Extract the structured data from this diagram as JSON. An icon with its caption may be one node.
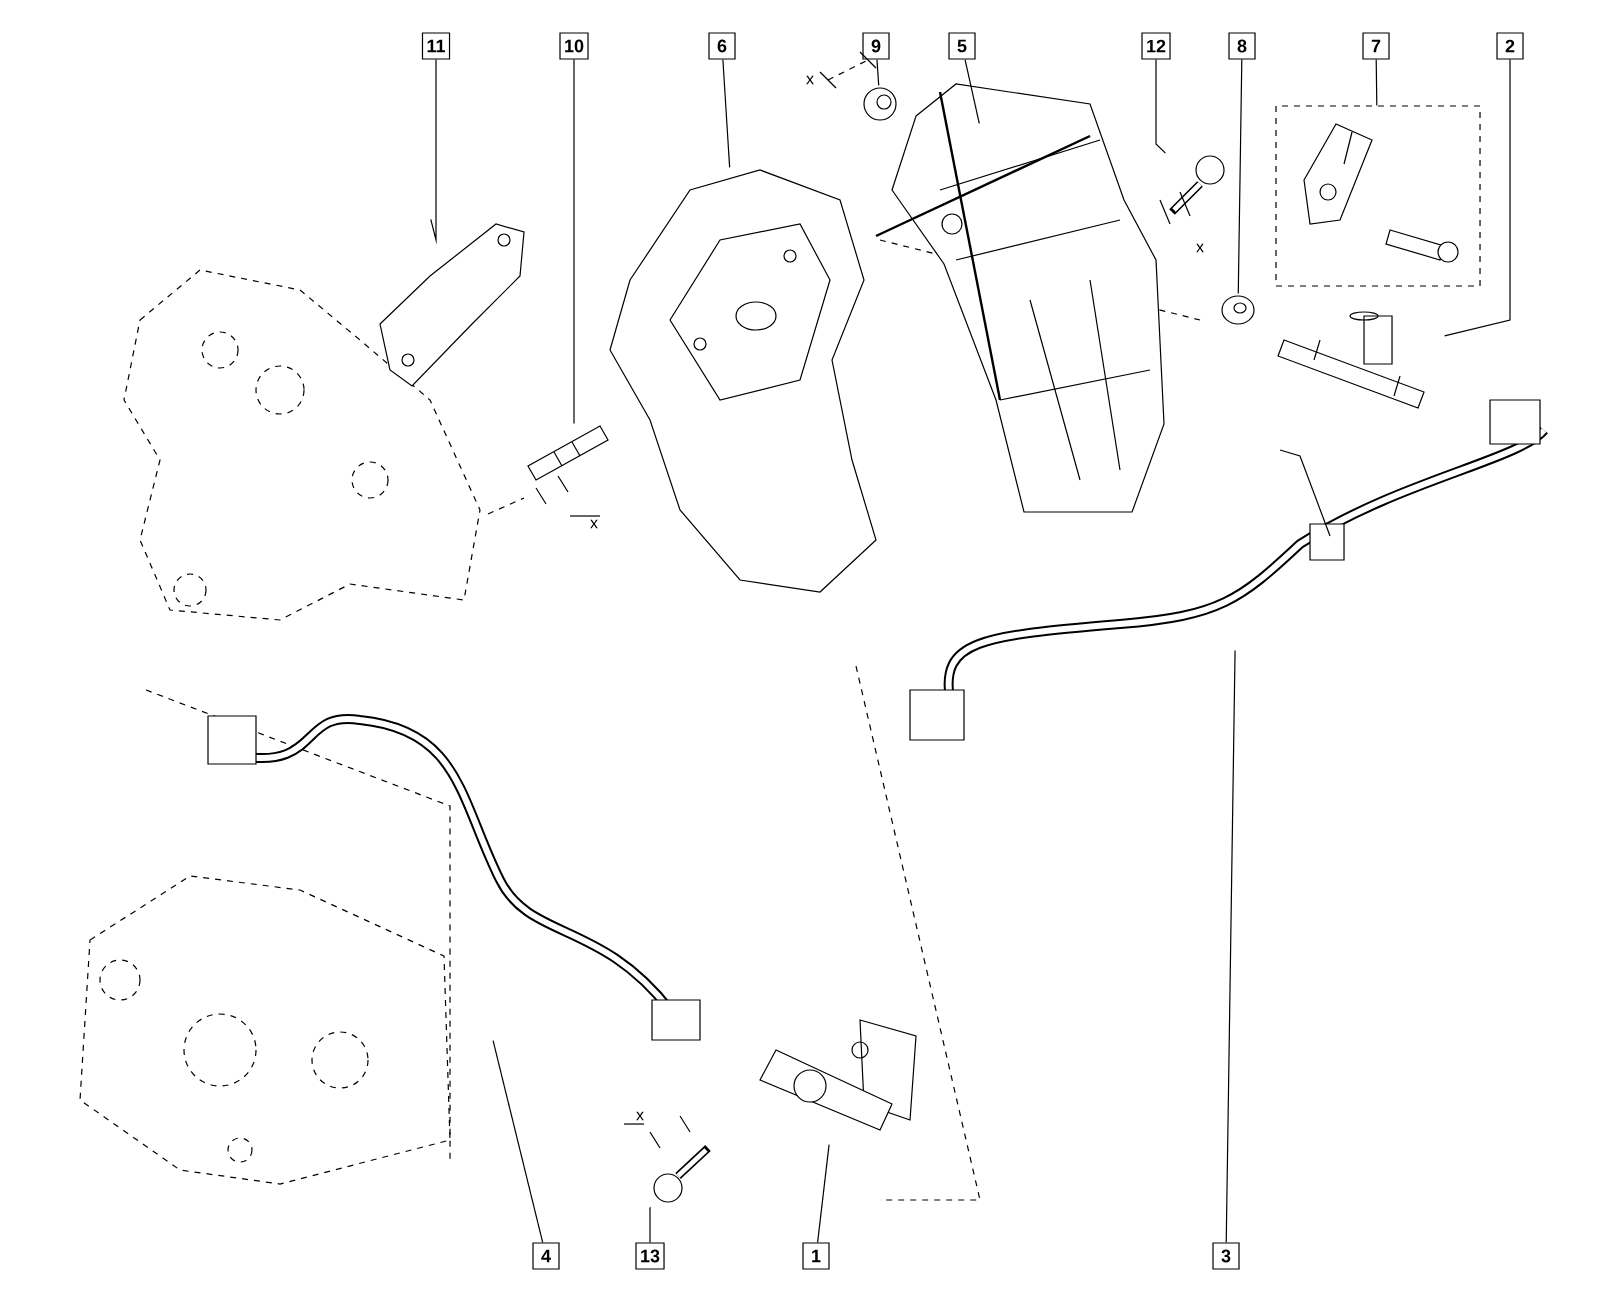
{
  "diagram": {
    "nodes": [
      {
        "text": [
          "11"
        ]
      },
      {
        "text": [
          "10"
        ]
      },
      {
        "text": [
          "6"
        ]
      },
      {
        "text": [
          "9"
        ]
      },
      {
        "text": [
          "5"
        ]
      },
      {
        "text": [
          "12"
        ]
      },
      {
        "text": [
          "8"
        ]
      },
      {
        "text": [
          "7"
        ]
      },
      {
        "text": [
          "2"
        ]
      },
      {
        "text": [
          "4"
        ]
      },
      {
        "text": [
          "13"
        ]
      },
      {
        "text": [
          "1"
        ]
      },
      {
        "text": [
          "3"
        ]
      },
      {
        "text": [],
        "shape": "picture"
      },
      {
        "text": [],
        "shape": "picture"
      },
      {
        "text": [],
        "shape": "picture"
      },
      {
        "text": [],
        "shape": "picture"
      },
      {
        "text": [],
        "shape": "picture"
      },
      {
        "text": [],
        "shape": "picture"
      },
      {
        "text": [],
        "shape": "picture"
      },
      {
        "text": [],
        "shape": "picture"
      },
      {
        "text": [],
        "shape": "picture"
      },
      {
        "text": [],
        "shape": "picture"
      },
      {
        "text": [],
        "shape": "picture"
      },
      {
        "text": [],
        "shape": "picture"
      },
      {
        "text": [],
        "shape": "picture"
      }
    ],
    "edges": [
      {
        "from": 0,
        "to": 13,
        "arrow": "none"
      },
      {
        "from": 1,
        "to": 14,
        "arrow": "none"
      },
      {
        "from": 2,
        "to": 15,
        "arrow": "none"
      },
      {
        "from": 3,
        "to": 16,
        "arrow": "none"
      },
      {
        "from": 4,
        "to": 17,
        "arrow": "none"
      },
      {
        "from": 5,
        "to": 18,
        "arrow": "none"
      },
      {
        "from": 6,
        "to": 19,
        "arrow": "none"
      },
      {
        "from": 7,
        "to": 20,
        "arrow": "none"
      },
      {
        "from": 8,
        "to": 21,
        "arrow": "none"
      },
      {
        "from": 9,
        "to": 22,
        "arrow": "none"
      },
      {
        "from": 10,
        "to": 23,
        "arrow": "none"
      },
      {
        "from": 11,
        "to": 24,
        "arrow": "none"
      },
      {
        "from": 12,
        "to": 25,
        "arrow": "none"
      }
    ],
    "labels": [
      "x",
      "x",
      "x",
      "x"
    ]
  }
}
